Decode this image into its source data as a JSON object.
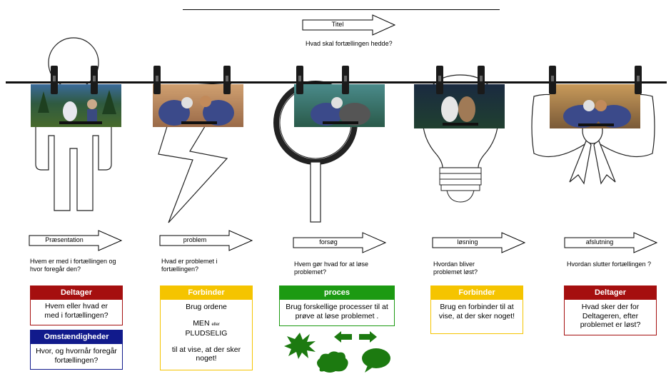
{
  "title": {
    "arrow_label": "Titel",
    "question": "Hvad skal fortællingen hedde?"
  },
  "steps": [
    {
      "arrow_label": "Præsentation",
      "question": "Hvem er med i fortællingen og hvor foregår den?"
    },
    {
      "arrow_label": "problem",
      "question": "Hvad er problemet i fortællingen?"
    },
    {
      "arrow_label": "forsøg",
      "question": "Hvem gør hvad for at løse problemet?"
    },
    {
      "arrow_label": "løsning",
      "question": "Hvordan bliver problemet løst?"
    },
    {
      "arrow_label": "afslutning",
      "question": "Hvordan slutter fortællingen ?"
    }
  ],
  "cards": {
    "deltager1": {
      "head": "Deltager",
      "body": "Hvem eller hvad er med i fortællingen?"
    },
    "omstaendigheder": {
      "head": "Omstændigheder",
      "body": "Hvor, og hvornår foregår fortællingen?"
    },
    "forbinder1": {
      "head": "Forbinder",
      "line1": "Brug ordene",
      "men": "MEN",
      "eller": "eller",
      "pludselig": "PLUDSELIG",
      "line3": "til at vise, at der sker noget!"
    },
    "proces": {
      "head": "proces",
      "body": "Brug forskellige processer til at prøve at løse problemet ."
    },
    "forbinder2": {
      "head": "Forbinder",
      "body": "Brug en forbinder til at vise, at der sker noget!"
    },
    "deltager2": {
      "head": "Deltager",
      "body": "Hvad sker der for Deltageren, efter problemet er løst?"
    }
  },
  "colors": {
    "deltager": "#a50f0f",
    "omstaendigheder": "#111a8c",
    "forbinder": "#f5c400",
    "proces": "#1c9a12",
    "icons_green": "#1c7a10"
  },
  "icons": [
    "person-icon",
    "lightning-icon",
    "magnifier-icon",
    "lightbulb-icon",
    "bow-icon",
    "clothespin-icon",
    "starburst-icon",
    "left-right-arrows-icon",
    "cloud-icon",
    "speech-bubble-icon"
  ]
}
